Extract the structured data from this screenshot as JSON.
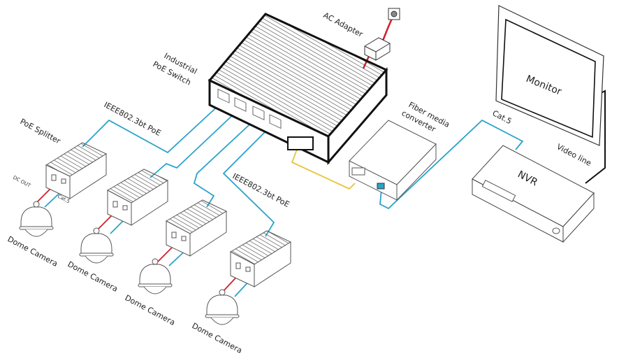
{
  "diagram": {
    "title": "Industrial PoE network topology",
    "colors": {
      "poe_cable": "#2aa3c9",
      "power_cable": "#d0202a",
      "fiber_cable": "#e8c43a",
      "video_line": "#111111",
      "outline": "#333333"
    },
    "nodes": {
      "switch": {
        "label_line1": "Industrial",
        "label_line2": "PoE Switch"
      },
      "adapter": {
        "label": "AC Adapter"
      },
      "fiber_converter": {
        "label_line1": "Fiber media",
        "label_line2": "converter"
      },
      "monitor": {
        "label": "Monitor"
      },
      "nvr": {
        "label": "NVR"
      },
      "splitter": {
        "label": "PoE Splitter"
      },
      "cameras": [
        {
          "label": "Dome Camera"
        },
        {
          "label": "Dome Camera"
        },
        {
          "label": "Dome Camera"
        },
        {
          "label": "Dome Camera"
        }
      ]
    },
    "links": {
      "poe_top": "IEEE802.3bt PoE",
      "poe_bottom": "IEEE802.3bt PoE",
      "dc_out": "DC OUT",
      "cat5_splitter": "Cat.5",
      "cat5_nvr": "Cat.5",
      "video_line": "Video line"
    }
  }
}
